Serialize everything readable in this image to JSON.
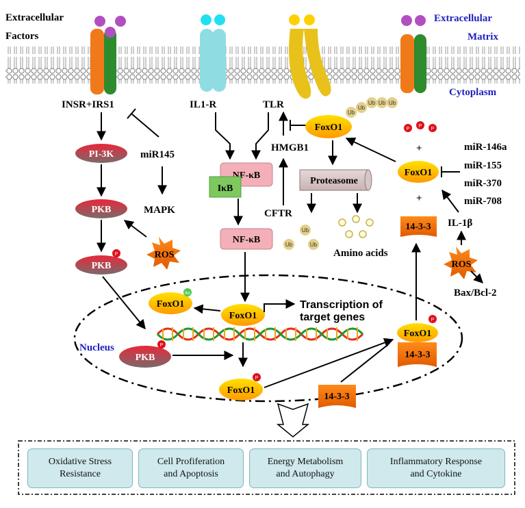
{
  "labels": {
    "extracellular_factors": [
      "Extracellular",
      "Factors"
    ],
    "extracellular_matrix": [
      "Extracellular",
      "Matrix"
    ],
    "cytoplasm": "Cytoplasm",
    "insr_irs1": "INSR+IRS1",
    "il1r": "IL1-R",
    "tlr": "TLR",
    "mir145": "miR145",
    "mapk": "MAPK",
    "hmgb1": "HMGB1",
    "cftr": "CFTR",
    "amino_acids": "Amino acids",
    "il1b": "IL-1β",
    "bax_bcl2": "Bax/Bcl-2",
    "mirnas": [
      "miR-146a",
      "miR-155",
      "miR-370",
      "miR-708"
    ],
    "plus": "+",
    "nucleus": "Nucleus",
    "transcription": [
      "Transcription of",
      "target genes"
    ]
  },
  "nodes": {
    "pi3k": "PI-3K",
    "pkb": "PKB",
    "ros": "ROS",
    "nfkb": "NF-κB",
    "ikb": "IκB",
    "foxo1": "FoxO1",
    "proteasome": "Proteasome",
    "fourteen33": "14-3-3",
    "ub": "Ub",
    "p": "P",
    "ac": "Ac"
  },
  "outcomes": [
    [
      "Oxidative Stress",
      "Resistance"
    ],
    [
      "Cell Profiferation",
      "and Apoptosis"
    ],
    [
      "Energy Metabolism",
      "and Autophagy"
    ],
    [
      "Inflammatory Response",
      "and Cytokine"
    ]
  ],
  "colors": {
    "membrane": "#8a8a8a",
    "insr_orange": "#f07a1a",
    "insr_green": "#2e8b2e",
    "il1r_cyan": "#8fdde3",
    "tlr_yellow": "#e8c21a",
    "purple_ligand": "#b24fc0",
    "cyan_ligand": "#22e0f0",
    "red_node": "#c0283a",
    "pink_node": "#f4b0b8",
    "green_ikb": "#7dc95e",
    "foxo_yellow": "#ffc400",
    "outcome_box": "#cfe9ec",
    "blue_text": "#1f1fbf"
  }
}
